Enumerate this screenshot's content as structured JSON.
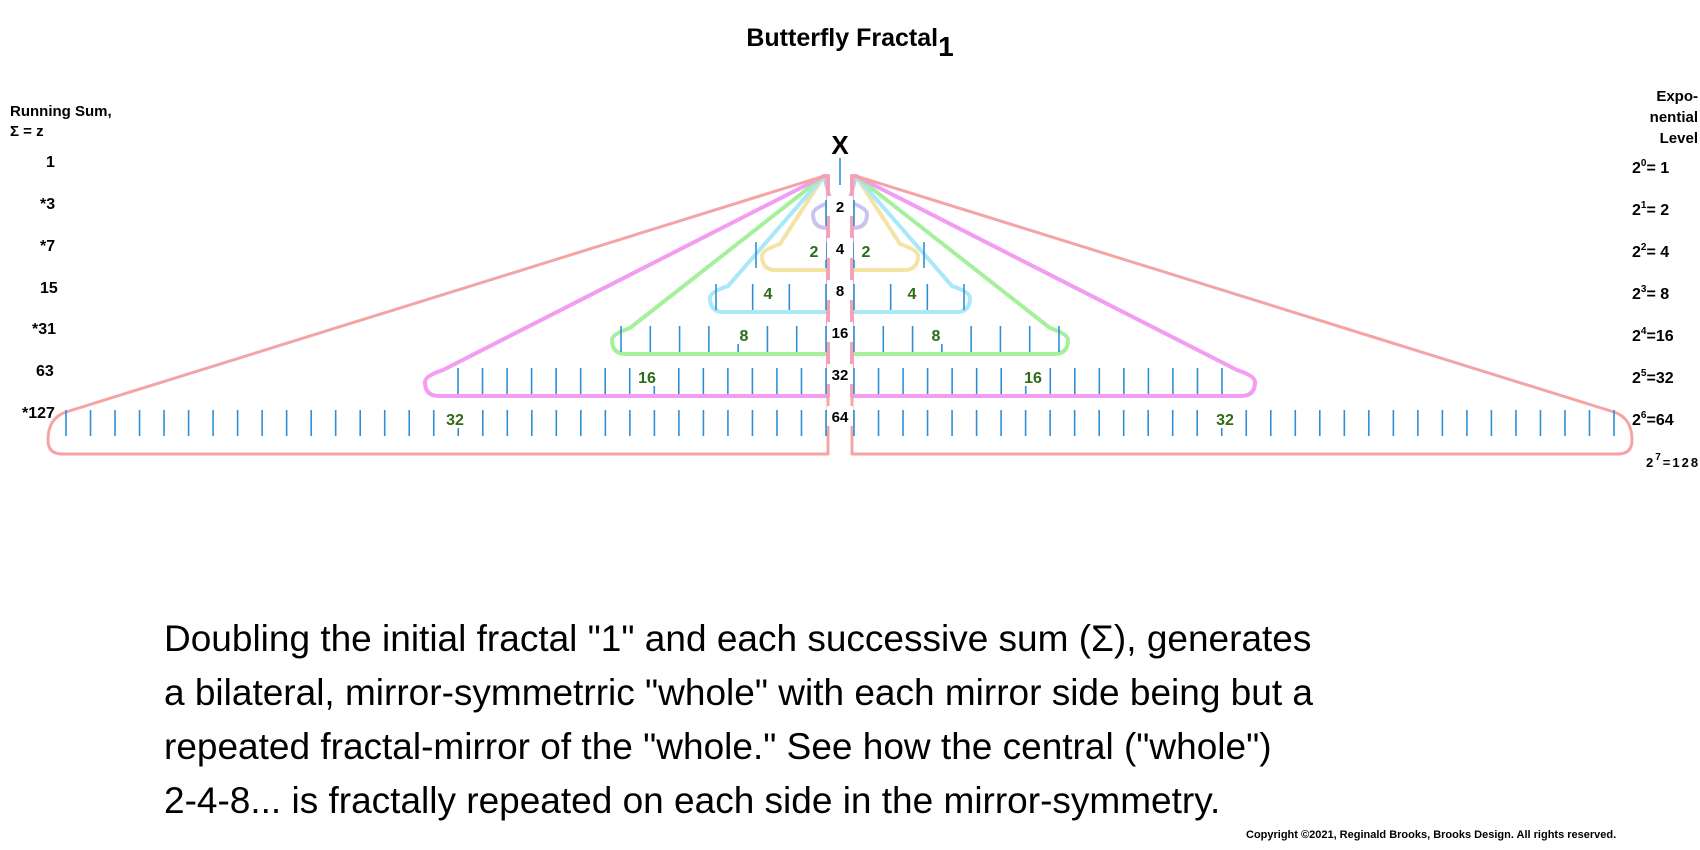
{
  "title": {
    "main": "Butterfly Fractal",
    "subscript": "1"
  },
  "left_header": {
    "line1": "Running Sum,",
    "line2": "Σ = z"
  },
  "right_header": {
    "line1": "Expo-",
    "line2": "nential",
    "line3": "Level"
  },
  "running_sums": [
    "1",
    "*3",
    "*7",
    "15",
    "*31",
    "63",
    "*127"
  ],
  "levels": [
    {
      "base": "2",
      "exp": "0",
      "rest": "= 1"
    },
    {
      "base": "2",
      "exp": "1",
      "rest": "= 2"
    },
    {
      "base": "2",
      "exp": "2",
      "rest": "= 4"
    },
    {
      "base": "2",
      "exp": "3",
      "rest": "= 8"
    },
    {
      "base": "2",
      "exp": "4",
      "rest": "=16"
    },
    {
      "base": "2",
      "exp": "5",
      "rest": "=32"
    },
    {
      "base": "2",
      "exp": "6",
      "rest": "=64"
    },
    {
      "base": "2",
      "exp": "7",
      "rest": "=128"
    }
  ],
  "diagram": {
    "top_label": "X",
    "center_values": [
      "2",
      "4",
      "8",
      "16",
      "32",
      "64"
    ],
    "wing_labels": [
      "2",
      "4",
      "8",
      "16",
      "32"
    ],
    "wing_label_color": "#2e6b18",
    "tick_color": "#2f8fd6",
    "band_colors": [
      "#c9c3ee",
      "#f5e3a6",
      "#a8e8f8",
      "#a5f09a",
      "#f29cf2",
      "#f4a4a4"
    ]
  },
  "description": [
    "Doubling the initial fractal \"1\" and each successive sum (Σ), generates",
    "a bilateral, mirror-symmetrric \"whole\" with each mirror side being but a",
    "repeated fractal-mirror of the \"whole.\" See how the central (\"whole\")",
    "2-4-8... is fractally repeated on each side in the mirror-symmetry."
  ],
  "copyright": "Copyright ©2021, Reginald Brooks, Brooks Design. All rights reserved."
}
